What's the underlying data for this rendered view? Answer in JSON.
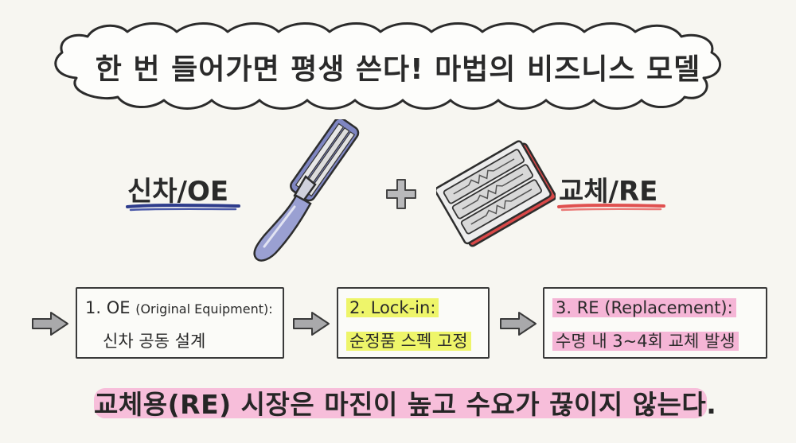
{
  "title": "한 번 들어가면 평생 쓴다! 마법의 비즈니스 모델",
  "labels": {
    "oe": "신차/OE",
    "re": "교체/RE"
  },
  "steps": [
    {
      "line1": "1. OE",
      "line1_paren": "(Original Equipment):",
      "line2": "신차 공동 설계"
    },
    {
      "line1": "2. Lock-in:",
      "line2": "순정품 스펙 고정"
    },
    {
      "line1": "3. RE (Replacement):",
      "line2": "수명 내 3~4회 교체 발생"
    }
  ],
  "bottom": "교체용(RE) 시장은 마진이 높고 수요가 끊이지 않는다.",
  "colors": {
    "oe_underline": "#2e3c8c",
    "re_underline": "#e0504f",
    "yellow_highlight": "#eef56a",
    "pink_highlight": "#f5b5d6",
    "razor_handle": "#8f95c9",
    "blade_box": "#d94848"
  },
  "icons": [
    "razor-icon",
    "plus-icon",
    "replacement-blades-icon",
    "arrow-right-icon"
  ]
}
